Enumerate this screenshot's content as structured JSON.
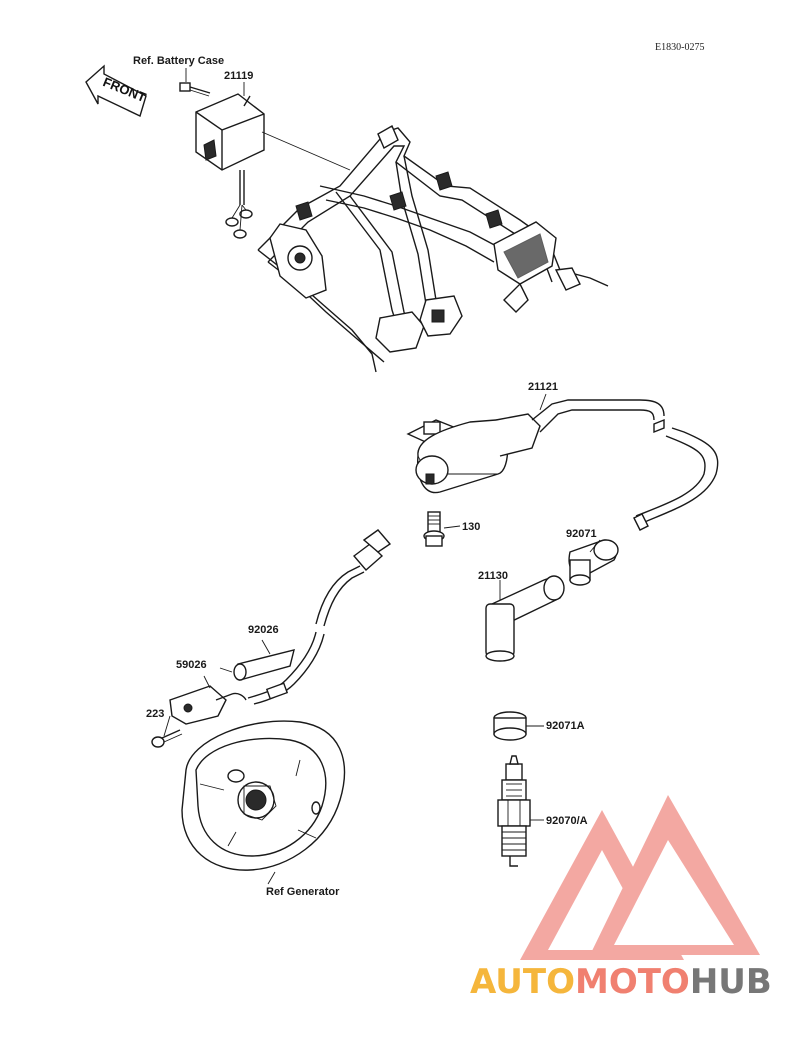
{
  "document_code": "E1830-0275",
  "front_label": "FRONT",
  "labels": {
    "ref_battery_case": "Ref. Battery Case",
    "p21119": "21119",
    "p21121": "21121",
    "p130": "130",
    "p92071": "92071",
    "p21130": "21130",
    "p92026": "92026",
    "p59026": "59026",
    "p223": "223",
    "p92071a": "92071A",
    "p92070a": "92070/A",
    "ref_generator": "Ref Generator"
  },
  "watermark": {
    "part1": "AUTO",
    "part2": "MOTO",
    "part3": "HUB",
    "color1": "#f5b63c",
    "color2": "#f08070",
    "color3": "#777777"
  }
}
